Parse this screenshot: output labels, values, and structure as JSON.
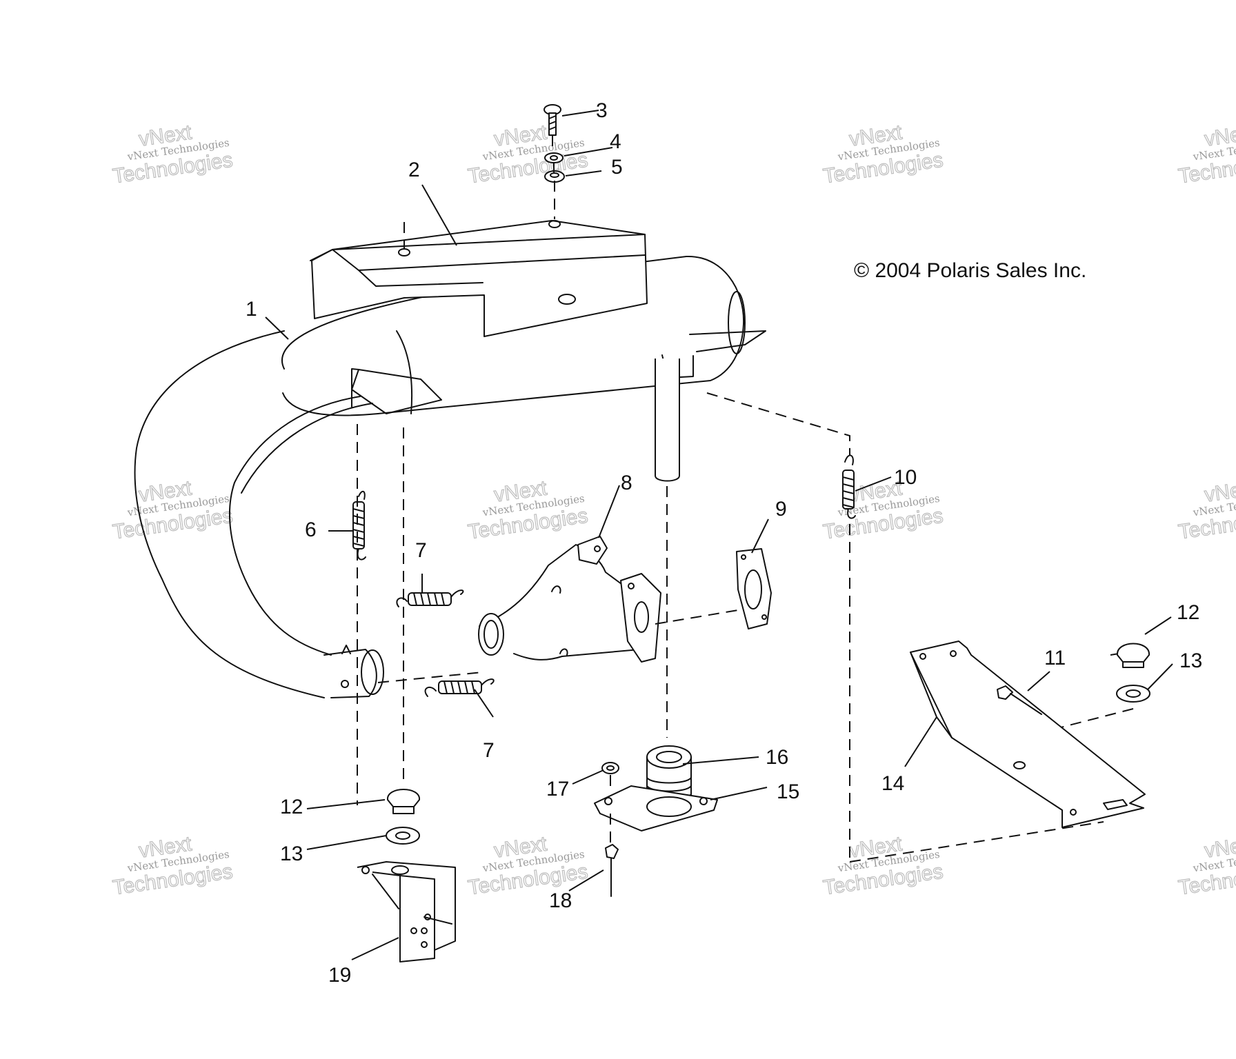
{
  "copyright": "© 2004 Polaris Sales Inc.",
  "watermark": {
    "line_small": "vNext Technologies",
    "line_top": "vNext",
    "line_big": "Technologies"
  },
  "callouts": [
    {
      "id": "c1",
      "text": "1"
    },
    {
      "id": "c2",
      "text": "2"
    },
    {
      "id": "c3",
      "text": "3"
    },
    {
      "id": "c4",
      "text": "4"
    },
    {
      "id": "c5",
      "text": "5"
    },
    {
      "id": "c6",
      "text": "6"
    },
    {
      "id": "c7a",
      "text": "7"
    },
    {
      "id": "c7b",
      "text": "7"
    },
    {
      "id": "c8",
      "text": "8"
    },
    {
      "id": "c9",
      "text": "9"
    },
    {
      "id": "c10",
      "text": "10"
    },
    {
      "id": "c11",
      "text": "11"
    },
    {
      "id": "c12a",
      "text": "12"
    },
    {
      "id": "c12b",
      "text": "12"
    },
    {
      "id": "c13a",
      "text": "13"
    },
    {
      "id": "c13b",
      "text": "13"
    },
    {
      "id": "c14",
      "text": "14"
    },
    {
      "id": "c15",
      "text": "15"
    },
    {
      "id": "c16",
      "text": "16"
    },
    {
      "id": "c17",
      "text": "17"
    },
    {
      "id": "c18",
      "text": "18"
    },
    {
      "id": "c19",
      "text": "19"
    }
  ]
}
